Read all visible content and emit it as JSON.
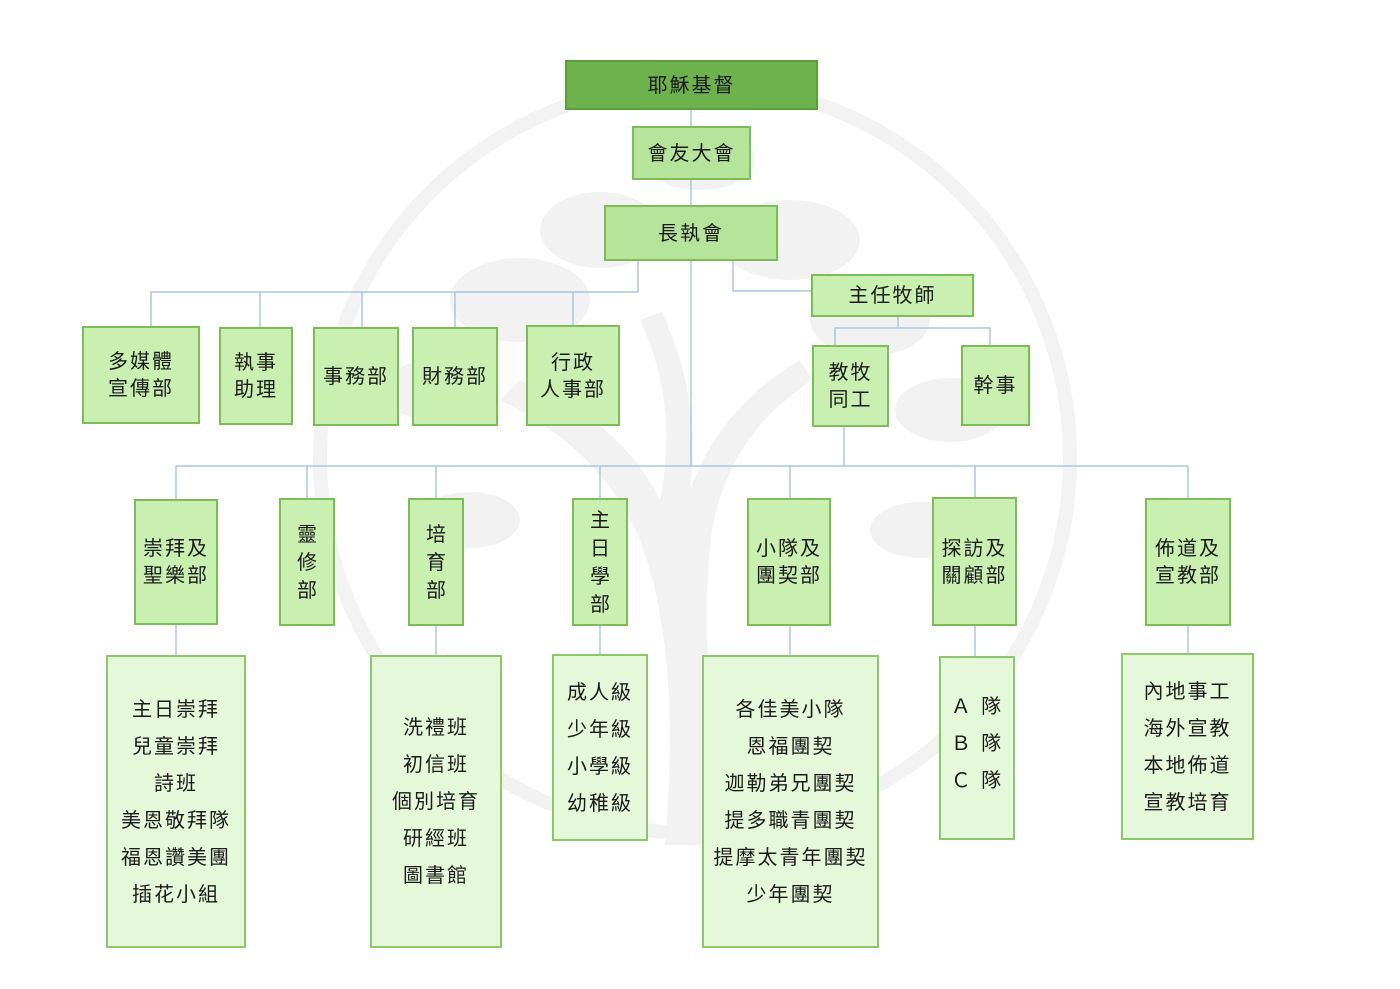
{
  "colors": {
    "connector": "#a8c8dd",
    "top": "#6eb24e",
    "mid": "#b6e49b",
    "dept": "#c9f0b1",
    "leaf": "#e6f8da",
    "border": "#7cbd5a"
  },
  "watermark_icon": "tree-in-circle",
  "root": "耶穌基督",
  "assembly": "會友大會",
  "board": "長執會",
  "senior_pastor": "主任牧師",
  "board_units": {
    "multimedia": "多媒體\n宣傳部",
    "deacon_assistant": "執事\n助理",
    "affairs": "事務部",
    "finance": "財務部",
    "admin_hr": "行政\n人事部"
  },
  "pastor_units": {
    "pastoral_staff": "教牧\n同工",
    "officer": "幹事"
  },
  "departments": {
    "worship": "崇拜及\n聖樂部",
    "spiritual": "靈\n修\n部",
    "nurture": "培\n育\n部",
    "sunday_school": "主\n日\n學\n部",
    "fellowship": "小隊及\n團契部",
    "visitation": "探訪及\n關顧部",
    "mission": "佈道及\n宣教部"
  },
  "ministries": {
    "worship": [
      "主日崇拜",
      "兒童崇拜",
      "詩班",
      "美恩敬拜隊",
      "福恩讚美團",
      "插花小組"
    ],
    "nurture": [
      "洗禮班",
      "初信班",
      "個別培育",
      "研經班",
      "圖書館"
    ],
    "sunday_school": [
      "成人級",
      "少年級",
      "小學級",
      "幼稚級"
    ],
    "fellowship": [
      "各佳美小隊",
      "恩福團契",
      "迦勒弟兄團契",
      "提多職青團契",
      "提摩太青年團契",
      "少年團契"
    ],
    "visitation": [
      "Ａ 隊",
      "Ｂ 隊",
      "Ｃ 隊"
    ],
    "mission": [
      "內地事工",
      "海外宣教",
      "本地佈道",
      "宣教培育"
    ]
  }
}
